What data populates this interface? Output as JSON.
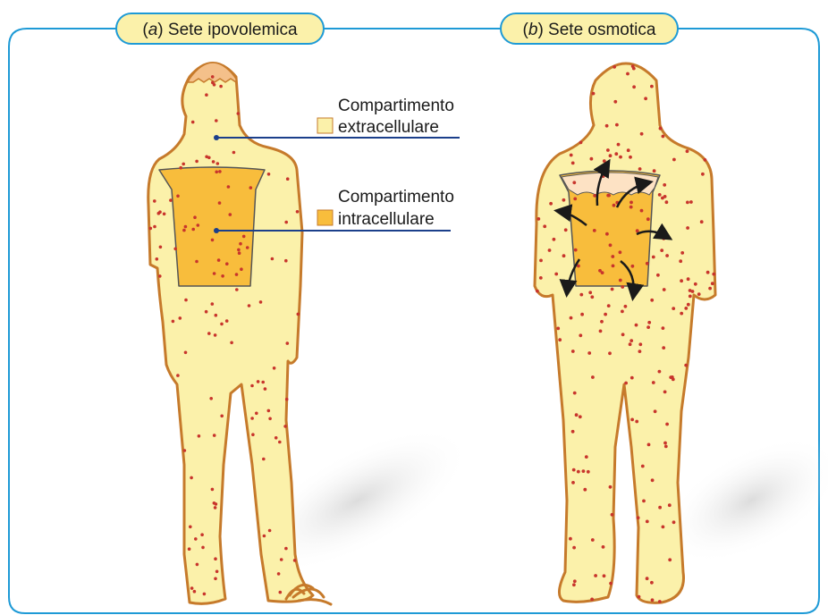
{
  "panels": [
    {
      "letter": "a",
      "title": "Sete ipovolemica"
    },
    {
      "letter": "b",
      "title": "Sete osmotica"
    }
  ],
  "legend": {
    "extracellular": {
      "line1": "Compartimento",
      "line2": "extracellulare",
      "color": "#fbf1aa"
    },
    "intracellular": {
      "line1": "Compartimento",
      "line2": "intracellulare",
      "color": "#f8bd3c"
    }
  },
  "colors": {
    "frame": "#1e9ad6",
    "body_fill": "#fbf1aa",
    "body_outline": "#c67a2b",
    "hair": "#f4c08a",
    "dot": "#c8352c",
    "leader_line": "#1b3f8b",
    "arrow": "#1a1a1a"
  }
}
